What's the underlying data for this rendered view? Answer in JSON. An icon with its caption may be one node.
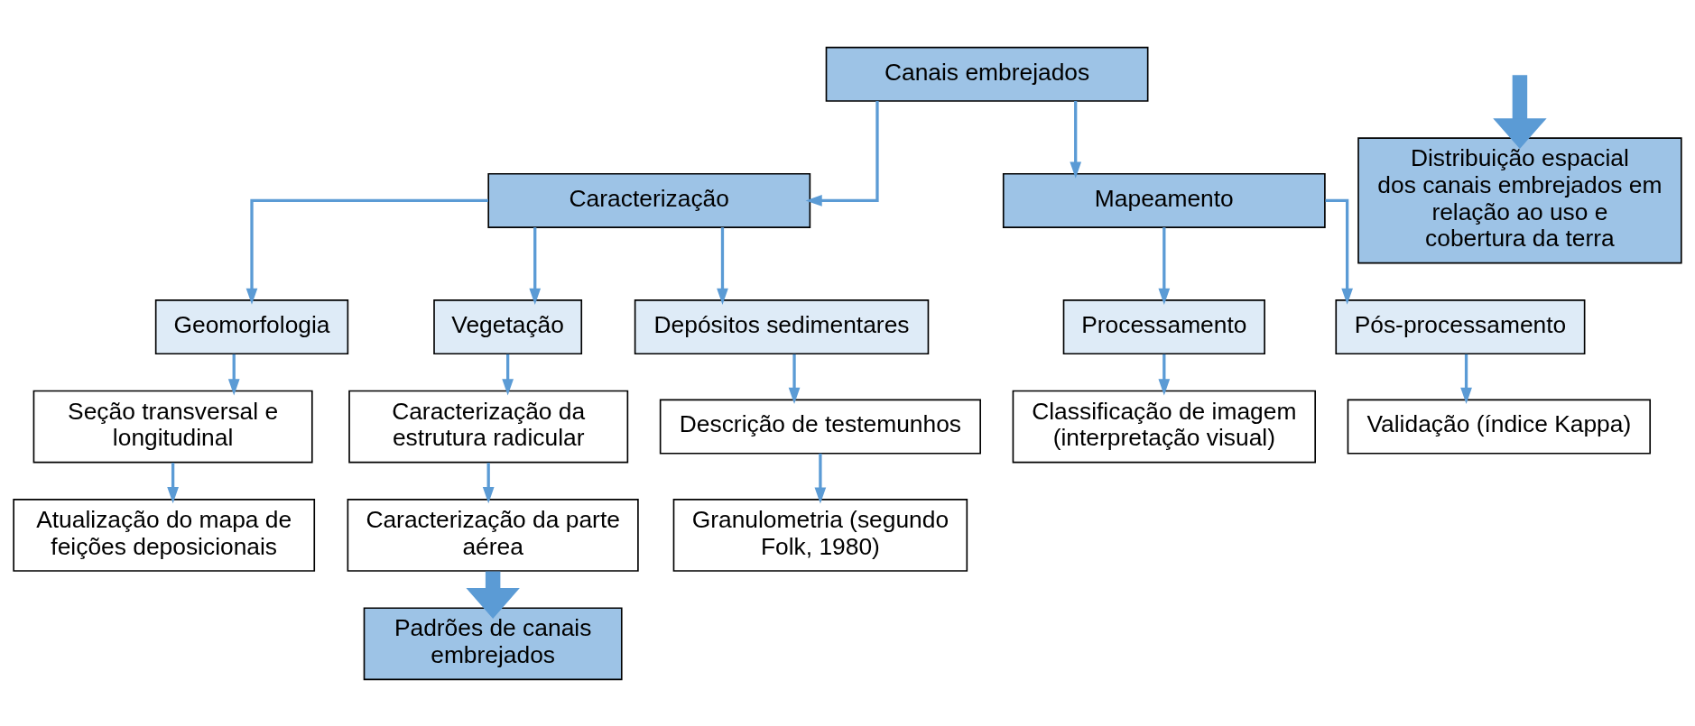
{
  "diagram": {
    "nodes": [
      {
        "text": [
          "Canais embrejados"
        ]
      },
      {
        "text": [
          "Caracterização"
        ]
      },
      {
        "text": [
          "Mapeamento"
        ]
      },
      {
        "text": [
          "Geomorfologia"
        ]
      },
      {
        "text": [
          "Vegetação"
        ]
      },
      {
        "text": [
          "Depósitos sedimentares"
        ]
      },
      {
        "text": [
          "Processamento"
        ]
      },
      {
        "text": [
          "Pós-processamento"
        ]
      },
      {
        "text": [
          "Seção transversal e longitudinal"
        ]
      },
      {
        "text": [
          "Caracterização da estrutura radicular"
        ]
      },
      {
        "text": [
          "Descrição de testemunhos"
        ]
      },
      {
        "text": [
          "Classificação de imagem (interpretação visual)"
        ]
      },
      {
        "text": [
          "Validação (índice Kappa)"
        ]
      },
      {
        "text": [
          "Atualização do mapa de feições deposicionais"
        ]
      },
      {
        "text": [
          "Caracterização da parte aérea"
        ]
      },
      {
        "text": [
          "Granulometria (segundo Folk, 1980)"
        ]
      },
      {
        "text": [
          "Padrões de canais embrejados"
        ]
      },
      {
        "text": [
          "Distribuição espacial dos canais embrejados em relação ao uso e cobertura da terra"
        ]
      }
    ],
    "edges": [
      {
        "from": 0,
        "to": 1,
        "arrow": "to"
      },
      {
        "from": 0,
        "to": 2,
        "arrow": "to"
      },
      {
        "from": 1,
        "to": 3,
        "arrow": "to"
      },
      {
        "from": 1,
        "to": 4,
        "arrow": "to"
      },
      {
        "from": 1,
        "to": 5,
        "arrow": "to"
      },
      {
        "from": 2,
        "to": 6,
        "arrow": "to"
      },
      {
        "from": 2,
        "to": 7,
        "arrow": "to"
      },
      {
        "from": 3,
        "to": 8,
        "arrow": "to"
      },
      {
        "from": 4,
        "to": 9,
        "arrow": "to"
      },
      {
        "from": 5,
        "to": 10,
        "arrow": "to"
      },
      {
        "from": 6,
        "to": 11,
        "arrow": "to"
      },
      {
        "from": 7,
        "to": 12,
        "arrow": "to"
      },
      {
        "from": 8,
        "to": 13,
        "arrow": "to"
      },
      {
        "from": 9,
        "to": 14,
        "arrow": "to"
      },
      {
        "from": 10,
        "to": 15,
        "arrow": "to"
      },
      {
        "from": 14,
        "to": 16,
        "arrow": "to",
        "style": "thick"
      },
      {
        "from": null,
        "to": 17,
        "arrow": "to",
        "style": "thick"
      }
    ]
  }
}
